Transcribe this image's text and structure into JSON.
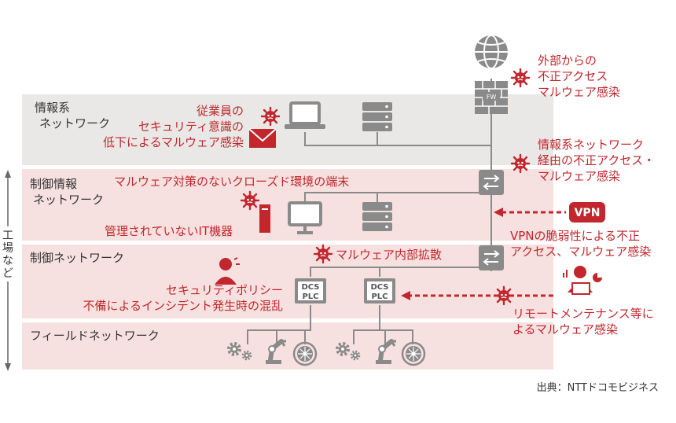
{
  "zones": {
    "info": [
      "情報系",
      "ネットワーク"
    ],
    "control_info": [
      "制御情報",
      "ネットワーク"
    ],
    "control": "制御ネットワーク",
    "field": "フィールドネットワーク"
  },
  "side_label": [
    "工",
    "場",
    "な",
    "ど"
  ],
  "threats": {
    "external": [
      "外部からの",
      "不正アクセス",
      "マルウェア感染"
    ],
    "employee": [
      "従業員の",
      "セキュリティ意識の",
      "低下によるマルウェア感染"
    ],
    "via_info": [
      "情報系ネットワーク",
      "経由の不正アクセス・",
      "マルウェア感染"
    ],
    "closed_env": "マルウェア対策のないクローズド環境の端末",
    "unmanaged_it": "管理されていないIT機器",
    "vpn_vuln": [
      "VPNの脆弱性による不正",
      "アクセス、マルウェア感染"
    ],
    "internal_spread": "マルウェア内部拡散",
    "policy": [
      "セキュリティポリシー",
      "不備によるインシデント発生時の混乱"
    ],
    "remote": [
      "リモートメンテナンス等に",
      "よるマルウェア感染"
    ]
  },
  "badges": {
    "vpn": "VPN",
    "fw": "FW",
    "dcs_plc": [
      "DCS",
      "PLC"
    ]
  },
  "source": "出典：NTTドコモビジネス",
  "colors": {
    "red": "#c1272d",
    "gray_band": "#e9e8e7",
    "pink_band": "#f6e1e0",
    "icon": "#8a8a8a"
  }
}
